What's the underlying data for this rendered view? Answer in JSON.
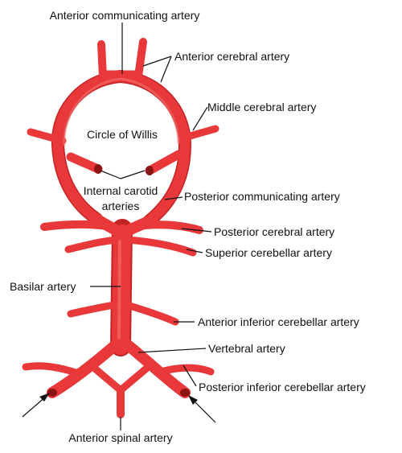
{
  "diagram": {
    "colors": {
      "vessel": "#e8383a",
      "vessel_dark": "#c42326",
      "vessel_light": "#f47a74",
      "label": "#111111",
      "background": "#ffffff"
    },
    "labels": {
      "anterior_communicating_artery": "Anterior communicating artery",
      "anterior_cerebral_artery": "Anterior cerebral artery",
      "middle_cerebral_artery": "Middle cerebral artery",
      "circle_of_willis": "Circle of Willis",
      "internal_carotid_arteries_line1": "Internal carotid",
      "internal_carotid_arteries_line2": "arteries",
      "posterior_communicating_artery": "Posterior communicating artery",
      "posterior_cerebral_artery": "Posterior cerebral artery",
      "superior_cerebellar_artery": "Superior cerebellar artery",
      "basilar_artery": "Basilar artery",
      "anterior_inferior_cerebellar_artery": "Anterior inferior cerebellar artery",
      "vertebral_artery": "Vertebral artery",
      "posterior_inferior_cerebellar_artery": "Posterior inferior cerebellar artery",
      "anterior_spinal_artery": "Anterior spinal artery"
    }
  }
}
